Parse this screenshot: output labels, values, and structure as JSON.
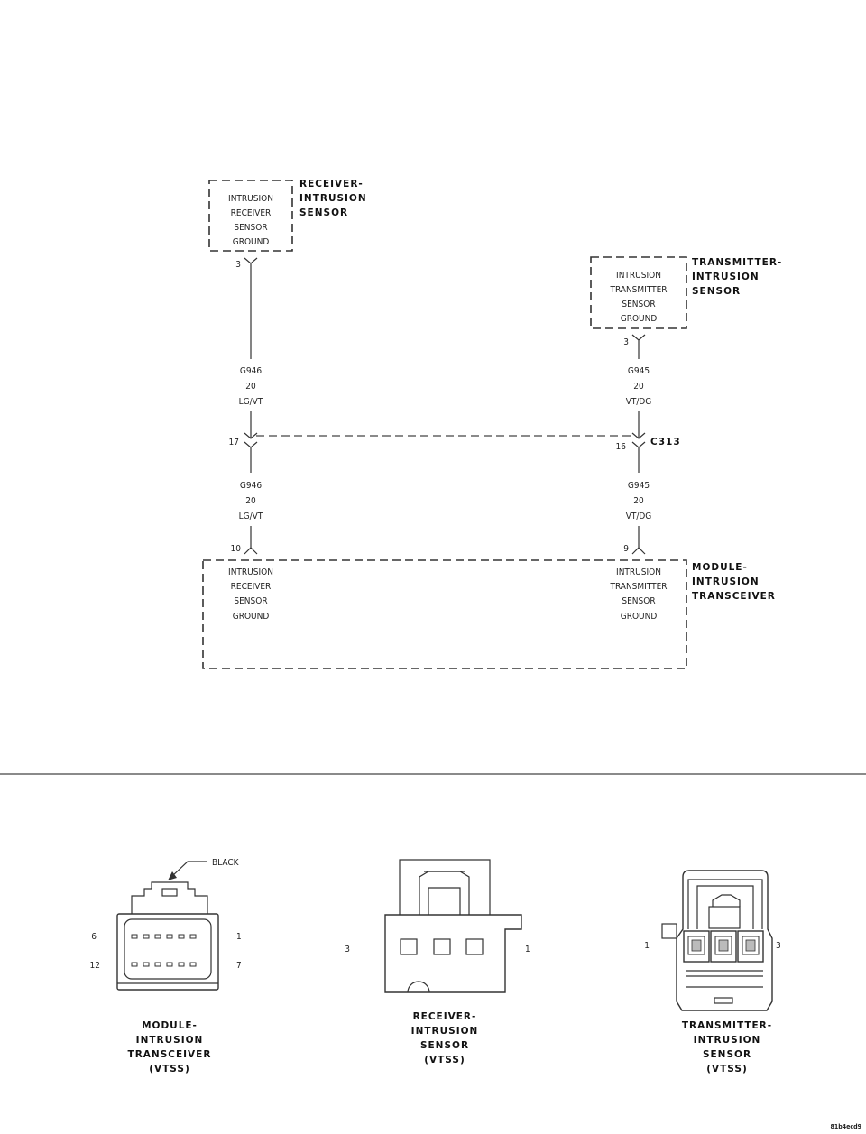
{
  "receiver_box": {
    "signal": [
      "INTRUSION",
      "RECEIVER",
      "SENSOR",
      "GROUND"
    ],
    "name": [
      "RECEIVER-",
      "INTRUSION",
      "SENSOR"
    ],
    "pin": "3"
  },
  "transmitter_box": {
    "signal": [
      "INTRUSION",
      "TRANSMITTER",
      "SENSOR",
      "GROUND"
    ],
    "name": [
      "TRANSMITTER-",
      "INTRUSION",
      "SENSOR"
    ],
    "pin": "3"
  },
  "left_wire_upper": [
    "G946",
    "20",
    "LG/VT"
  ],
  "right_wire_upper": [
    "G945",
    "20",
    "VT/DG"
  ],
  "connector": {
    "name": "C313",
    "left_pin": "17",
    "right_pin": "16"
  },
  "left_wire_lower": [
    "G946",
    "20",
    "LG/VT"
  ],
  "right_wire_lower": [
    "G945",
    "20",
    "VT/DG"
  ],
  "module_box": {
    "left_pin": "10",
    "right_pin": "9",
    "left_signal": [
      "INTRUSION",
      "RECEIVER",
      "SENSOR",
      "GROUND"
    ],
    "right_signal": [
      "INTRUSION",
      "TRANSMITTER",
      "SENSOR",
      "GROUND"
    ],
    "name": [
      "MODULE-",
      "INTRUSION",
      "TRANSCEIVER"
    ]
  },
  "connector_views": {
    "module": {
      "callout": "BLACK",
      "pins": {
        "top_left": "6",
        "top_right": "1",
        "bottom_left": "12",
        "bottom_right": "7"
      },
      "caption": [
        "MODULE-",
        "INTRUSION",
        "TRANSCEIVER",
        "(VTSS)"
      ]
    },
    "receiver": {
      "pins": {
        "left": "3",
        "right": "1"
      },
      "caption": [
        "RECEIVER-",
        "INTRUSION",
        "SENSOR",
        "(VTSS)"
      ]
    },
    "transmitter": {
      "pins": {
        "left": "1",
        "right": "3"
      },
      "caption": [
        "TRANSMITTER-",
        "INTRUSION",
        "SENSOR",
        "(VTSS)"
      ]
    }
  },
  "reference_id": "81b4ecd9"
}
